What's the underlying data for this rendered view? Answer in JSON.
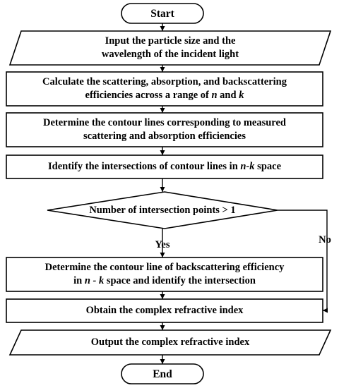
{
  "flowchart": {
    "start": "Start",
    "input": {
      "line1": "Input the particle size and the",
      "line2": "wavelength of the incident light"
    },
    "calculate": {
      "line1": "Calculate the scattering, absorption, and backscattering",
      "line2_prefix": "efficiencies across a range of ",
      "n": "n",
      "and": " and ",
      "k": "k"
    },
    "contour": {
      "line1": "Determine the contour lines corresponding to measured",
      "line2": "scattering and absorption efficiencies"
    },
    "intersect": {
      "prefix": "Identify the intersections of contour lines in ",
      "nk": "n-k",
      "suffix": " space"
    },
    "decision": "Number of intersection points > 1",
    "yes": "Yes",
    "no": "No",
    "backscatter": {
      "line1": "Determine the contour line of backscattering efficiency",
      "line2_prefix": "in ",
      "nk": "n - k",
      "line2_suffix": " space and identify the intersection"
    },
    "obtain": "Obtain the complex refractive index",
    "output": "Output the complex refractive index",
    "end": "End"
  }
}
